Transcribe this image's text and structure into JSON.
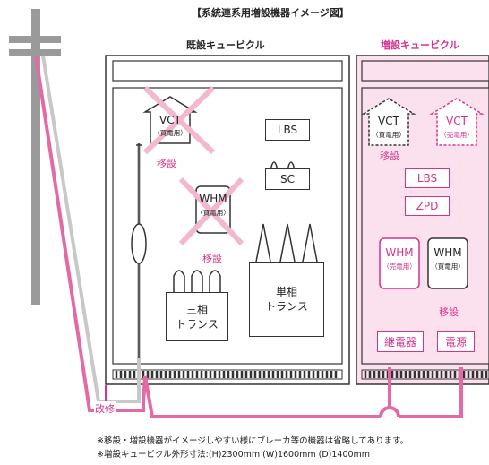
{
  "title": "【系統連系用増設機器イメージ図】",
  "existing_cubicle": {
    "label": "既設キュービクル",
    "vct": {
      "name": "VCT",
      "sub": "（買電用）",
      "moved": "移設"
    },
    "whm": {
      "name": "WHM",
      "sub": "（買電用）",
      "moved": "移設"
    },
    "lbs": "LBS",
    "sc": "SC",
    "three_phase": "三相\nトランス",
    "single_phase": "単相\nトランス"
  },
  "added_cubicle": {
    "label": "増設キュービクル",
    "vct_buy": {
      "name": "VCT",
      "sub": "（買電用）"
    },
    "vct_sell": {
      "name": "VCT",
      "sub": "（売電用）"
    },
    "moved": "移設",
    "lbs": "LBS",
    "zpd": "ZPD",
    "whm_sell": {
      "name": "WHM",
      "sub": "（売電用）"
    },
    "whm_buy": {
      "name": "WHM",
      "sub": "（買電用）"
    },
    "moved2": "移設",
    "relay": "継電器",
    "power": "電源"
  },
  "modification": "改修",
  "notes": [
    "※移設・増設機器がイメージしやすい様にブレーカ等の機器は省略してあります。",
    "※増設キュービクル外形寸法:(H)2300mm (W)1600mm (D)1400mm"
  ],
  "colors": {
    "accent": "#d6328c",
    "pink_fill": "#fbe1ee",
    "pole": "#9a9a9a"
  }
}
